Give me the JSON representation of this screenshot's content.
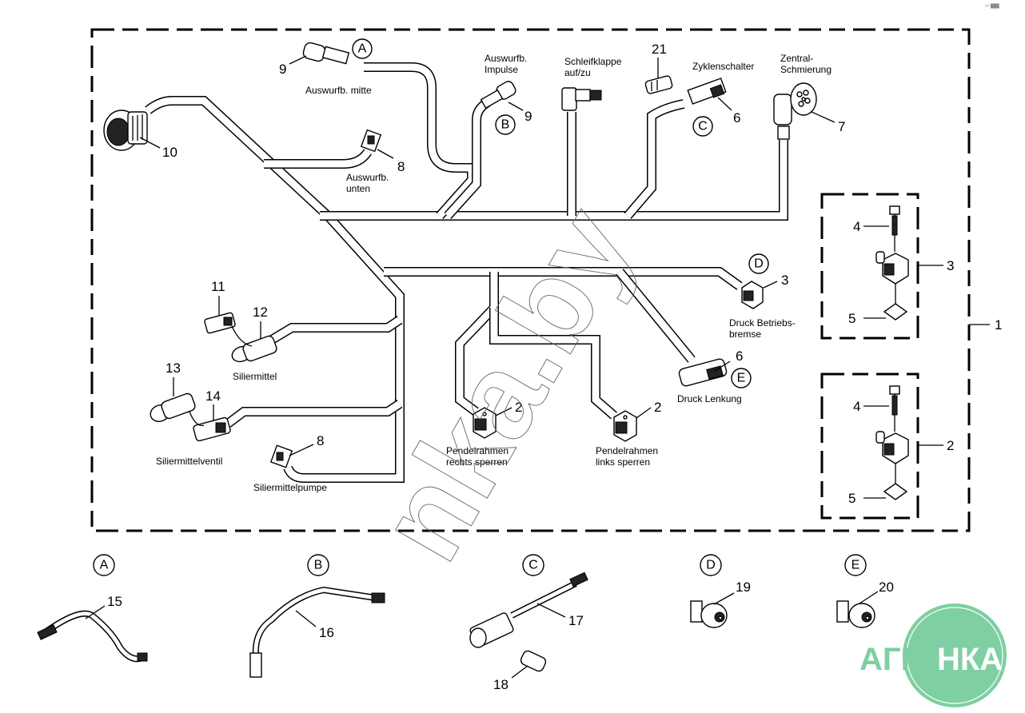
{
  "corner_mark": "¤ᵐ ███",
  "assembly": {
    "callout": "1",
    "subassemblies": [
      {
        "callout": "3",
        "bolt": "4",
        "gasket": "5"
      },
      {
        "callout": "2",
        "bolt": "4",
        "gasket": "5"
      }
    ]
  },
  "harness": {
    "connectors": [
      {
        "callout": "10",
        "label": ""
      },
      {
        "callout": "9",
        "label": "Auswurfb. mitte",
        "ref": "A"
      },
      {
        "callout": "8",
        "label": "Auswurfb. unten"
      },
      {
        "callout": "9",
        "label": "Auswurfb. Impulse",
        "ref": "B"
      },
      {
        "callout": "",
        "label": "Schleifklappe auf/zu"
      },
      {
        "callout": "21",
        "label": ""
      },
      {
        "callout": "6",
        "label": "Zyklenschalter",
        "ref": "C"
      },
      {
        "callout": "7",
        "label": "Zentral- Schmierung"
      },
      {
        "callout": "3",
        "label": "Druck Betriebs- bremse",
        "ref": "D"
      },
      {
        "callout": "6",
        "label": "Druck Lenkung",
        "ref": "E"
      },
      {
        "callout": "2",
        "label": "Pendelrahmen rechts sperren"
      },
      {
        "callout": "2",
        "label": "Pendelrahmen links sperren"
      },
      {
        "callout": "11",
        "label": ""
      },
      {
        "callout": "12",
        "label": "Siliermittel"
      },
      {
        "callout": "13",
        "label": ""
      },
      {
        "callout": "14",
        "label": "Siliermittelventil"
      },
      {
        "callout": "8",
        "label": "Siliermittelpumpe"
      }
    ],
    "labels": {
      "auswurfb_mitte": "Auswurfb. mitte",
      "auswurfb_unten_1": "Auswurfb.",
      "auswurfb_unten_2": "unten",
      "impulse_1": "Auswurfb.",
      "impulse_2": "Impulse",
      "schleif_1": "Schleifklappe",
      "schleif_2": "auf/zu",
      "zyklen": "Zyklenschalter",
      "zentral_1": "Zentral-",
      "zentral_2": "Schmierung",
      "betriebs_1": "Druck Betriebs-",
      "betriebs_2": "bremse",
      "lenkung": "Druck Lenkung",
      "pend_r_1": "Pendelrahmen",
      "pend_r_2": "rechts sperren",
      "pend_l_1": "Pendelrahmen",
      "pend_l_2": "links sperren",
      "siliermittel": "Siliermittel",
      "siliermittelventil": "Siliermittelventil",
      "siliermittelpumpe": "Siliermittelpumpe"
    },
    "refs": {
      "A": "A",
      "B": "B",
      "C": "C",
      "D": "D",
      "E": "E"
    },
    "nums": {
      "n1": "1",
      "n2a": "2",
      "n2b": "2",
      "n2c": "2",
      "n3a": "3",
      "n3b": "3",
      "n4a": "4",
      "n4b": "4",
      "n5a": "5",
      "n5b": "5",
      "n6a": "6",
      "n6b": "6",
      "n7": "7",
      "n8a": "8",
      "n8b": "8",
      "n9a": "9",
      "n9b": "9",
      "n10": "10",
      "n11": "11",
      "n12": "12",
      "n13": "13",
      "n14": "14",
      "n21": "21"
    }
  },
  "detail_views": [
    {
      "ref": "A",
      "callout": "15"
    },
    {
      "ref": "B",
      "callout": "16"
    },
    {
      "ref": "C",
      "callout": "17",
      "extra_callout": "18"
    },
    {
      "ref": "D",
      "callout": "19"
    },
    {
      "ref": "E",
      "callout": "20"
    }
  ],
  "watermark": "nka.by",
  "logo": {
    "left": "АГРО",
    "right": "НКА",
    "color": "#7ecfa2"
  }
}
